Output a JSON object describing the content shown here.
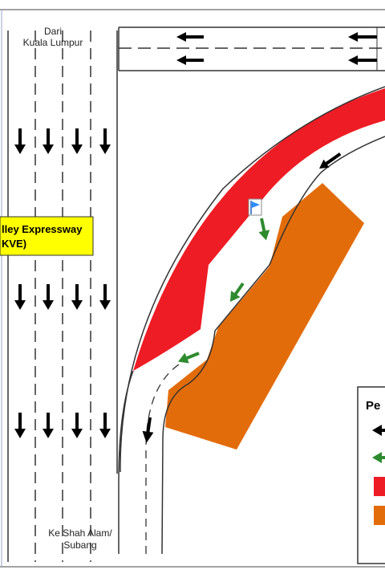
{
  "labels": {
    "from": [
      "Dari",
      "Kuala Lumpur"
    ],
    "to": [
      "Ke Shah Alam/",
      "Subang"
    ]
  },
  "highway_box": {
    "lines": [
      "lley Expressway",
      "KVE)"
    ]
  },
  "legend": {
    "title": "Pe"
  },
  "colors": {
    "closed_zone": "#ee1c24",
    "work_zone": "#e36c0a",
    "highway_box": "#ffff00",
    "diversion_arrow": "#2e8b2e",
    "traffic_arrow": "#000000",
    "flag": "#2b8cff"
  },
  "icons": {
    "traffic": "arrow-down-icon",
    "ramp": "arrow-left-icon",
    "diversion": "green-arrow-icon",
    "marker": "flag-icon"
  }
}
